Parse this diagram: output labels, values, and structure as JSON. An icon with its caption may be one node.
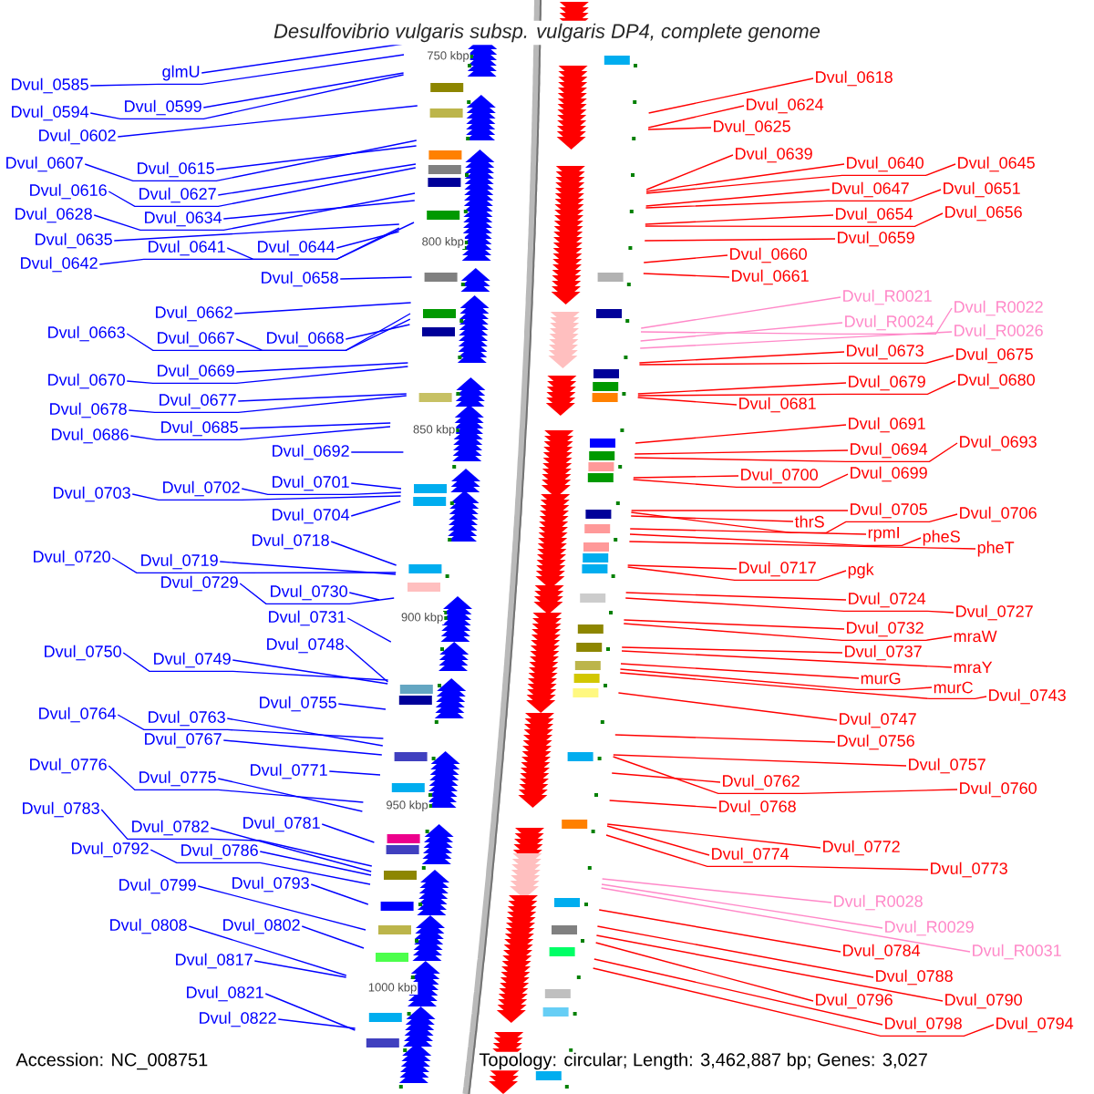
{
  "diagram": {
    "title": "Desulfovibrio vulgaris subsp. vulgaris DP4, complete genome",
    "nodes": [
      {
        "text": [
          "Dvul_0585"
        ]
      },
      {
        "text": [
          "glmU"
        ]
      },
      {
        "text": [
          "Dvul_0594"
        ]
      },
      {
        "text": [
          "Dvul_0599"
        ]
      },
      {
        "text": [
          "Dvul_0602"
        ]
      },
      {
        "text": [
          "Dvul_0607"
        ]
      },
      {
        "text": [
          "Dvul_0615"
        ]
      },
      {
        "text": [
          "Dvul_0616"
        ]
      },
      {
        "text": [
          "Dvul_0627"
        ]
      },
      {
        "text": [
          "Dvul_0628"
        ]
      },
      {
        "text": [
          "Dvul_0634"
        ]
      },
      {
        "text": [
          "Dvul_0635"
        ]
      },
      {
        "text": [
          "Dvul_0641"
        ]
      },
      {
        "text": [
          "Dvul_0644"
        ]
      },
      {
        "text": [
          "Dvul_0642"
        ]
      },
      {
        "text": [
          "Dvul_0658"
        ]
      },
      {
        "text": [
          "Dvul_0662"
        ]
      },
      {
        "text": [
          "Dvul_0663"
        ]
      },
      {
        "text": [
          "Dvul_0667"
        ]
      },
      {
        "text": [
          "Dvul_0668"
        ]
      },
      {
        "text": [
          "Dvul_0669"
        ]
      },
      {
        "text": [
          "Dvul_0670"
        ]
      },
      {
        "text": [
          "Dvul_0677"
        ]
      },
      {
        "text": [
          "Dvul_0678"
        ]
      },
      {
        "text": [
          "Dvul_0685"
        ]
      },
      {
        "text": [
          "Dvul_0686"
        ]
      },
      {
        "text": [
          "Dvul_0692"
        ]
      },
      {
        "text": [
          "Dvul_0701"
        ]
      },
      {
        "text": [
          "Dvul_0702"
        ]
      },
      {
        "text": [
          "Dvul_0703"
        ]
      },
      {
        "text": [
          "Dvul_0704"
        ]
      },
      {
        "text": [
          "Dvul_0718"
        ]
      },
      {
        "text": [
          "Dvul_0720"
        ]
      },
      {
        "text": [
          "Dvul_0719"
        ]
      },
      {
        "text": [
          "Dvul_0729"
        ]
      },
      {
        "text": [
          "Dvul_0730"
        ]
      },
      {
        "text": [
          "Dvul_0731"
        ]
      },
      {
        "text": [
          "Dvul_0748"
        ]
      },
      {
        "text": [
          "Dvul_0750"
        ]
      },
      {
        "text": [
          "Dvul_0749"
        ]
      },
      {
        "text": [
          "Dvul_0755"
        ]
      },
      {
        "text": [
          "Dvul_0764"
        ]
      },
      {
        "text": [
          "Dvul_0763"
        ]
      },
      {
        "text": [
          "Dvul_0767"
        ]
      },
      {
        "text": [
          "Dvul_0771"
        ]
      },
      {
        "text": [
          "Dvul_0776"
        ]
      },
      {
        "text": [
          "Dvul_0775"
        ]
      },
      {
        "text": [
          "Dvul_0781"
        ]
      },
      {
        "text": [
          "Dvul_0783"
        ]
      },
      {
        "text": [
          "Dvul_0782"
        ]
      },
      {
        "text": [
          "Dvul_0792"
        ]
      },
      {
        "text": [
          "Dvul_0786"
        ]
      },
      {
        "text": [
          "Dvul_0799"
        ]
      },
      {
        "text": [
          "Dvul_0793"
        ]
      },
      {
        "text": [
          "Dvul_0808"
        ]
      },
      {
        "text": [
          "Dvul_0802"
        ]
      },
      {
        "text": [
          "Dvul_0817"
        ]
      },
      {
        "text": [
          "Dvul_0821"
        ]
      },
      {
        "text": [
          "Dvul_0822"
        ]
      },
      {
        "text": [
          "Dvul_0618"
        ]
      },
      {
        "text": [
          "Dvul_0624"
        ]
      },
      {
        "text": [
          "Dvul_0625"
        ]
      },
      {
        "text": [
          "Dvul_0639"
        ]
      },
      {
        "text": [
          "Dvul_0640"
        ]
      },
      {
        "text": [
          "Dvul_0645"
        ]
      },
      {
        "text": [
          "Dvul_0647"
        ]
      },
      {
        "text": [
          "Dvul_0651"
        ]
      },
      {
        "text": [
          "Dvul_0654"
        ]
      },
      {
        "text": [
          "Dvul_0656"
        ]
      },
      {
        "text": [
          "Dvul_0659"
        ]
      },
      {
        "text": [
          "Dvul_0660"
        ]
      },
      {
        "text": [
          "Dvul_0661"
        ]
      },
      {
        "text": [
          "Dvul_R0021"
        ]
      },
      {
        "text": [
          "Dvul_R0022"
        ]
      },
      {
        "text": [
          "Dvul_R0024"
        ]
      },
      {
        "text": [
          "Dvul_R0026"
        ]
      },
      {
        "text": [
          "Dvul_0673"
        ]
      },
      {
        "text": [
          "Dvul_0675"
        ]
      },
      {
        "text": [
          "Dvul_0679"
        ]
      },
      {
        "text": [
          "Dvul_0680"
        ]
      },
      {
        "text": [
          "Dvul_0681"
        ]
      },
      {
        "text": [
          "Dvul_0691"
        ]
      },
      {
        "text": [
          "Dvul_0694"
        ]
      },
      {
        "text": [
          "Dvul_0693"
        ]
      },
      {
        "text": [
          "Dvul_0700"
        ]
      },
      {
        "text": [
          "Dvul_0699"
        ]
      },
      {
        "text": [
          "Dvul_0705"
        ]
      },
      {
        "text": [
          "Dvul_0706"
        ]
      },
      {
        "text": [
          "thrS"
        ]
      },
      {
        "text": [
          "rpmI"
        ]
      },
      {
        "text": [
          "pheS"
        ]
      },
      {
        "text": [
          "pheT"
        ]
      },
      {
        "text": [
          "Dvul_0717"
        ]
      },
      {
        "text": [
          "pgk"
        ]
      },
      {
        "text": [
          "Dvul_0724"
        ]
      },
      {
        "text": [
          "Dvul_0727"
        ]
      },
      {
        "text": [
          "Dvul_0732"
        ]
      },
      {
        "text": [
          "mraW"
        ]
      },
      {
        "text": [
          "Dvul_0737"
        ]
      },
      {
        "text": [
          "mraY"
        ]
      },
      {
        "text": [
          "murG"
        ]
      },
      {
        "text": [
          "murC"
        ]
      },
      {
        "text": [
          "Dvul_0743"
        ]
      },
      {
        "text": [
          "Dvul_0747"
        ]
      },
      {
        "text": [
          "Dvul_0756"
        ]
      },
      {
        "text": [
          "Dvul_0757"
        ]
      },
      {
        "text": [
          "Dvul_0760"
        ]
      },
      {
        "text": [
          "Dvul_0762"
        ]
      },
      {
        "text": [
          "Dvul_0768"
        ]
      },
      {
        "text": [
          "Dvul_0772"
        ]
      },
      {
        "text": [
          "Dvul_0774"
        ]
      },
      {
        "text": [
          "Dvul_0773"
        ]
      },
      {
        "text": [
          "Dvul_R0028"
        ]
      },
      {
        "text": [
          "Dvul_R0029"
        ]
      },
      {
        "text": [
          "Dvul_R0031"
        ]
      },
      {
        "text": [
          "Dvul_0784"
        ]
      },
      {
        "text": [
          "Dvul_0788"
        ]
      },
      {
        "text": [
          "Dvul_0790"
        ]
      },
      {
        "text": [
          "Dvul_0796"
        ]
      },
      {
        "text": [
          "Dvul_0798"
        ]
      },
      {
        "text": [
          "Dvul_0794"
        ]
      }
    ],
    "edges": [
      {
        "from": 0,
        "to": null,
        "arrow": "none",
        "color": "#0000ff"
      },
      {
        "from": 1,
        "to": null,
        "arrow": "none",
        "color": "#0000ff"
      },
      {
        "from": 2,
        "to": null,
        "arrow": "none",
        "color": "#0000ff"
      },
      {
        "from": 3,
        "to": null,
        "arrow": "none",
        "color": "#0000ff"
      },
      {
        "from": 4,
        "to": null,
        "arrow": "none",
        "color": "#0000ff"
      },
      {
        "from": 5,
        "to": null,
        "arrow": "none",
        "color": "#0000ff"
      },
      {
        "from": 6,
        "to": null,
        "arrow": "none",
        "color": "#0000ff"
      },
      {
        "from": 7,
        "to": null,
        "arrow": "none",
        "color": "#0000ff"
      },
      {
        "from": 8,
        "to": null,
        "arrow": "none",
        "color": "#0000ff"
      },
      {
        "from": 9,
        "to": null,
        "arrow": "none",
        "color": "#0000ff"
      },
      {
        "from": 10,
        "to": null,
        "arrow": "none",
        "color": "#0000ff"
      },
      {
        "from": 11,
        "to": null,
        "arrow": "none",
        "color": "#0000ff"
      },
      {
        "from": 12,
        "to": null,
        "arrow": "none",
        "color": "#0000ff"
      },
      {
        "from": 13,
        "to": null,
        "arrow": "none",
        "color": "#0000ff"
      },
      {
        "from": 14,
        "to": null,
        "arrow": "none",
        "color": "#0000ff"
      },
      {
        "from": 15,
        "to": null,
        "arrow": "none",
        "color": "#0000ff"
      },
      {
        "from": 16,
        "to": null,
        "arrow": "none",
        "color": "#0000ff"
      },
      {
        "from": 17,
        "to": null,
        "arrow": "none",
        "color": "#0000ff"
      },
      {
        "from": 18,
        "to": null,
        "arrow": "none",
        "color": "#0000ff"
      },
      {
        "from": 19,
        "to": null,
        "arrow": "none",
        "color": "#0000ff"
      },
      {
        "from": 20,
        "to": null,
        "arrow": "none",
        "color": "#0000ff"
      },
      {
        "from": 21,
        "to": null,
        "arrow": "none",
        "color": "#0000ff"
      },
      {
        "from": 22,
        "to": null,
        "arrow": "none",
        "color": "#0000ff"
      },
      {
        "from": 23,
        "to": null,
        "arrow": "none",
        "color": "#0000ff"
      },
      {
        "from": 24,
        "to": null,
        "arrow": "none",
        "color": "#0000ff"
      },
      {
        "from": 25,
        "to": null,
        "arrow": "none",
        "color": "#0000ff"
      },
      {
        "from": 26,
        "to": null,
        "arrow": "none",
        "color": "#0000ff"
      },
      {
        "from": 27,
        "to": null,
        "arrow": "none",
        "color": "#0000ff"
      },
      {
        "from": 28,
        "to": null,
        "arrow": "none",
        "color": "#0000ff"
      },
      {
        "from": 29,
        "to": null,
        "arrow": "none",
        "color": "#0000ff"
      },
      {
        "from": 30,
        "to": null,
        "arrow": "none",
        "color": "#0000ff"
      },
      {
        "from": 31,
        "to": null,
        "arrow": "none",
        "color": "#0000ff"
      },
      {
        "from": 32,
        "to": null,
        "arrow": "none",
        "color": "#0000ff"
      },
      {
        "from": 33,
        "to": null,
        "arrow": "none",
        "color": "#0000ff"
      },
      {
        "from": 34,
        "to": null,
        "arrow": "none",
        "color": "#0000ff"
      },
      {
        "from": 35,
        "to": null,
        "arrow": "none",
        "color": "#0000ff"
      },
      {
        "from": 36,
        "to": null,
        "arrow": "none",
        "color": "#0000ff"
      },
      {
        "from": 37,
        "to": null,
        "arrow": "none",
        "color": "#0000ff"
      },
      {
        "from": 38,
        "to": null,
        "arrow": "none",
        "color": "#0000ff"
      },
      {
        "from": 39,
        "to": null,
        "arrow": "none",
        "color": "#0000ff"
      },
      {
        "from": 40,
        "to": null,
        "arrow": "none",
        "color": "#0000ff"
      },
      {
        "from": 41,
        "to": null,
        "arrow": "none",
        "color": "#0000ff"
      },
      {
        "from": 42,
        "to": null,
        "arrow": "none",
        "color": "#0000ff"
      },
      {
        "from": 43,
        "to": null,
        "arrow": "none",
        "color": "#0000ff"
      },
      {
        "from": 44,
        "to": null,
        "arrow": "none",
        "color": "#0000ff"
      },
      {
        "from": 45,
        "to": null,
        "arrow": "none",
        "color": "#0000ff"
      },
      {
        "from": 46,
        "to": null,
        "arrow": "none",
        "color": "#0000ff"
      },
      {
        "from": 47,
        "to": null,
        "arrow": "none",
        "color": "#0000ff"
      },
      {
        "from": 48,
        "to": null,
        "arrow": "none",
        "color": "#0000ff"
      },
      {
        "from": 49,
        "to": null,
        "arrow": "none",
        "color": "#0000ff"
      },
      {
        "from": 50,
        "to": null,
        "arrow": "none",
        "color": "#0000ff"
      },
      {
        "from": 51,
        "to": null,
        "arrow": "none",
        "color": "#0000ff"
      },
      {
        "from": 52,
        "to": null,
        "arrow": "none",
        "color": "#0000ff"
      },
      {
        "from": 53,
        "to": null,
        "arrow": "none",
        "color": "#0000ff"
      },
      {
        "from": 54,
        "to": null,
        "arrow": "none",
        "color": "#0000ff"
      },
      {
        "from": 55,
        "to": null,
        "arrow": "none",
        "color": "#0000ff"
      },
      {
        "from": 56,
        "to": null,
        "arrow": "none",
        "color": "#0000ff"
      },
      {
        "from": 57,
        "to": null,
        "arrow": "none",
        "color": "#0000ff"
      },
      {
        "from": 58,
        "to": null,
        "arrow": "none",
        "color": "#0000ff"
      },
      {
        "from": 59,
        "to": null,
        "arrow": "none",
        "color": "#ff0000"
      },
      {
        "from": 60,
        "to": null,
        "arrow": "none",
        "color": "#ff0000"
      },
      {
        "from": 61,
        "to": null,
        "arrow": "none",
        "color": "#ff0000"
      },
      {
        "from": 62,
        "to": null,
        "arrow": "none",
        "color": "#ff0000"
      },
      {
        "from": 63,
        "to": null,
        "arrow": "none",
        "color": "#ff0000"
      },
      {
        "from": 64,
        "to": null,
        "arrow": "none",
        "color": "#ff0000"
      },
      {
        "from": 65,
        "to": null,
        "arrow": "none",
        "color": "#ff0000"
      },
      {
        "from": 66,
        "to": null,
        "arrow": "none",
        "color": "#ff0000"
      },
      {
        "from": 67,
        "to": null,
        "arrow": "none",
        "color": "#ff0000"
      },
      {
        "from": 68,
        "to": null,
        "arrow": "none",
        "color": "#ff0000"
      },
      {
        "from": 69,
        "to": null,
        "arrow": "none",
        "color": "#ff0000"
      },
      {
        "from": 70,
        "to": null,
        "arrow": "none",
        "color": "#ff0000"
      },
      {
        "from": 71,
        "to": null,
        "arrow": "none",
        "color": "#ff0000"
      },
      {
        "from": 72,
        "to": null,
        "arrow": "none",
        "color": "#ff88c8"
      },
      {
        "from": 73,
        "to": null,
        "arrow": "none",
        "color": "#ff88c8"
      },
      {
        "from": 74,
        "to": null,
        "arrow": "none",
        "color": "#ff88c8"
      },
      {
        "from": 75,
        "to": null,
        "arrow": "none",
        "color": "#ff88c8"
      },
      {
        "from": 76,
        "to": null,
        "arrow": "none",
        "color": "#ff0000"
      },
      {
        "from": 77,
        "to": null,
        "arrow": "none",
        "color": "#ff0000"
      },
      {
        "from": 78,
        "to": null,
        "arrow": "none",
        "color": "#ff0000"
      },
      {
        "from": 79,
        "to": null,
        "arrow": "none",
        "color": "#ff0000"
      },
      {
        "from": 80,
        "to": null,
        "arrow": "none",
        "color": "#ff0000"
      },
      {
        "from": 81,
        "to": null,
        "arrow": "none",
        "color": "#ff0000"
      },
      {
        "from": 82,
        "to": null,
        "arrow": "none",
        "color": "#ff0000"
      },
      {
        "from": 83,
        "to": null,
        "arrow": "none",
        "color": "#ff0000"
      },
      {
        "from": 84,
        "to": null,
        "arrow": "none",
        "color": "#ff0000"
      },
      {
        "from": 85,
        "to": null,
        "arrow": "none",
        "color": "#ff0000"
      },
      {
        "from": 86,
        "to": null,
        "arrow": "none",
        "color": "#ff0000"
      },
      {
        "from": 87,
        "to": null,
        "arrow": "none",
        "color": "#ff0000"
      },
      {
        "from": 88,
        "to": null,
        "arrow": "none",
        "color": "#ff0000"
      },
      {
        "from": 89,
        "to": null,
        "arrow": "none",
        "color": "#ff0000"
      },
      {
        "from": 90,
        "to": null,
        "arrow": "none",
        "color": "#ff0000"
      },
      {
        "from": 91,
        "to": null,
        "arrow": "none",
        "color": "#ff0000"
      },
      {
        "from": 92,
        "to": null,
        "arrow": "none",
        "color": "#ff0000"
      },
      {
        "from": 93,
        "to": null,
        "arrow": "none",
        "color": "#ff0000"
      },
      {
        "from": 94,
        "to": null,
        "arrow": "none",
        "color": "#ff0000"
      },
      {
        "from": 95,
        "to": null,
        "arrow": "none",
        "color": "#ff0000"
      },
      {
        "from": 96,
        "to": null,
        "arrow": "none",
        "color": "#ff0000"
      },
      {
        "from": 97,
        "to": null,
        "arrow": "none",
        "color": "#ff0000"
      },
      {
        "from": 98,
        "to": null,
        "arrow": "none",
        "color": "#ff0000"
      },
      {
        "from": 99,
        "to": null,
        "arrow": "none",
        "color": "#ff0000"
      },
      {
        "from": 100,
        "to": null,
        "arrow": "none",
        "color": "#ff0000"
      },
      {
        "from": 101,
        "to": null,
        "arrow": "none",
        "color": "#ff0000"
      },
      {
        "from": 102,
        "to": null,
        "arrow": "none",
        "color": "#ff0000"
      },
      {
        "from": 103,
        "to": null,
        "arrow": "none",
        "color": "#ff0000"
      },
      {
        "from": 104,
        "to": null,
        "arrow": "none",
        "color": "#ff0000"
      },
      {
        "from": 105,
        "to": null,
        "arrow": "none",
        "color": "#ff0000"
      },
      {
        "from": 106,
        "to": null,
        "arrow": "none",
        "color": "#ff0000"
      },
      {
        "from": 107,
        "to": null,
        "arrow": "none",
        "color": "#ff0000"
      },
      {
        "from": 108,
        "to": null,
        "arrow": "none",
        "color": "#ff0000"
      },
      {
        "from": 109,
        "to": null,
        "arrow": "none",
        "color": "#ff0000"
      },
      {
        "from": 110,
        "to": null,
        "arrow": "none",
        "color": "#ff0000"
      },
      {
        "from": 111,
        "to": null,
        "arrow": "none",
        "color": "#ff0000"
      },
      {
        "from": 112,
        "to": null,
        "arrow": "none",
        "color": "#ff88c8"
      },
      {
        "from": 113,
        "to": null,
        "arrow": "none",
        "color": "#ff88c8"
      },
      {
        "from": 114,
        "to": null,
        "arrow": "none",
        "color": "#ff88c8"
      },
      {
        "from": 115,
        "to": null,
        "arrow": "none",
        "color": "#ff0000"
      },
      {
        "from": 116,
        "to": null,
        "arrow": "none",
        "color": "#ff0000"
      },
      {
        "from": 117,
        "to": null,
        "arrow": "none",
        "color": "#ff0000"
      },
      {
        "from": 118,
        "to": null,
        "arrow": "none",
        "color": "#ff0000"
      },
      {
        "from": 119,
        "to": null,
        "arrow": "none",
        "color": "#ff0000"
      },
      {
        "from": 120,
        "to": null,
        "arrow": "none",
        "color": "#ff0000"
      }
    ],
    "labels": [
      "750 kbp",
      "800 kbp",
      "850 kbp",
      "900 kbp",
      "950 kbp",
      "1000 kbp",
      "Accession: NC_008751",
      "Topology: circular; Length: 3,462,887 bp; Genes: 3,027"
    ]
  }
}
